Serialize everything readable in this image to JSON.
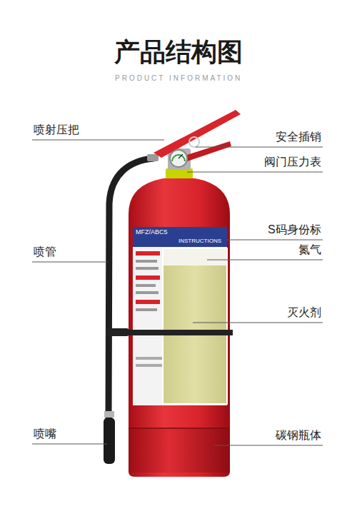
{
  "diagram": {
    "title": "产品结构图",
    "labels": [
      "PRODUCT INFORMATION",
      "喷射压把",
      "安全插销",
      "阀门压力表",
      "S码身份标",
      "喷管",
      "氮气",
      "灭火剂",
      "喷嘴",
      "碳钢瓶体",
      "MFZ/ABC5",
      "INSTRUCTIONS"
    ]
  }
}
